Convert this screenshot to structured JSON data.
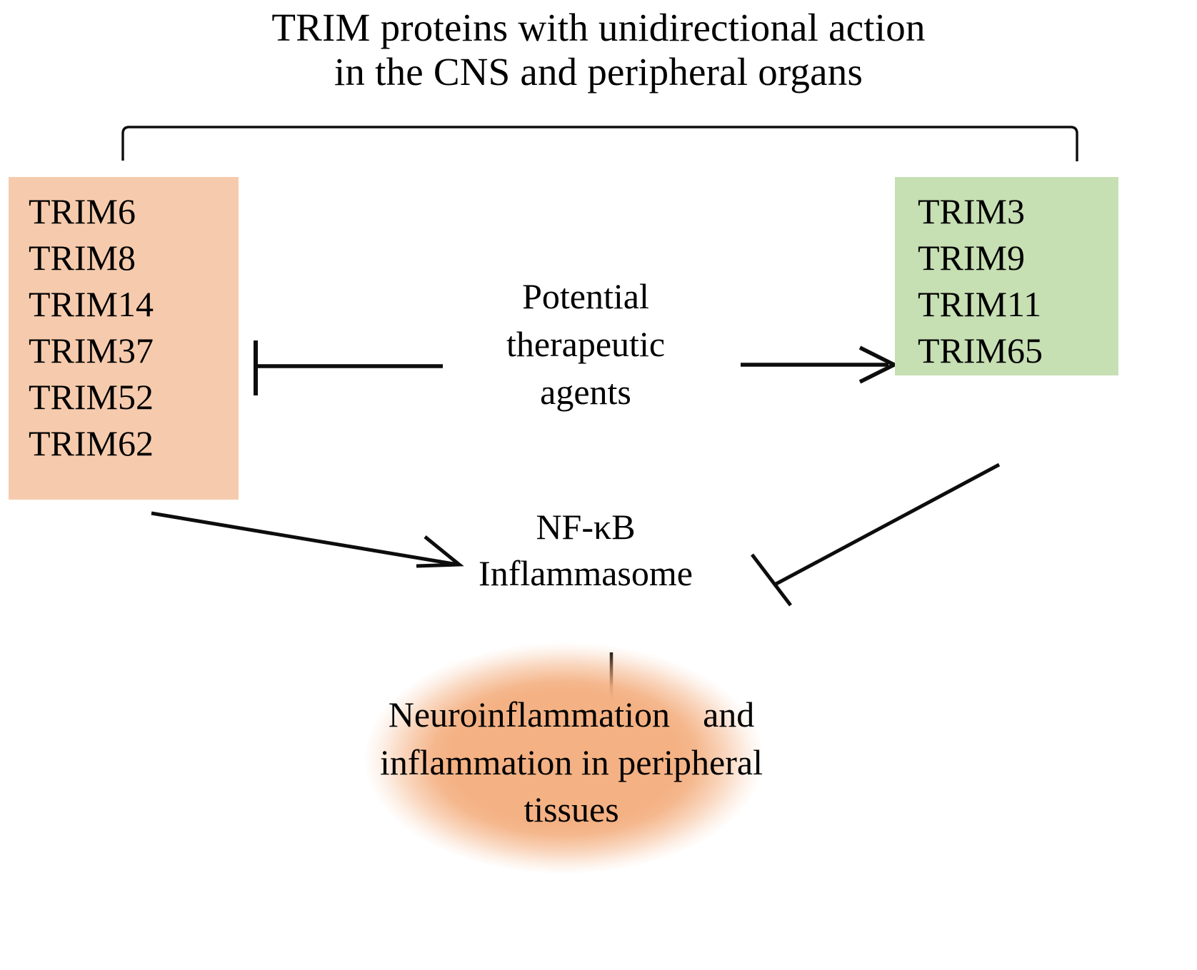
{
  "title": {
    "line1": "TRIM proteins with unidirectional action",
    "line2": "in the CNS and peripheral organs"
  },
  "groups": {
    "left": {
      "name": "promoting-trim-proteins",
      "color": "#F6CBAD",
      "items": [
        "TRIM6",
        "TRIM8",
        "TRIM14",
        "TRIM37",
        "TRIM52",
        "TRIM62"
      ]
    },
    "right": {
      "name": "inhibiting-trim-proteins",
      "color": "#C6DFB3",
      "items": [
        "TRIM3",
        "TRIM9",
        "TRIM11",
        "TRIM65"
      ]
    }
  },
  "central": {
    "line1": "Potential",
    "line2": "therapeutic",
    "line3": "agents"
  },
  "pathway": {
    "line1": "NF-κB",
    "line2": "Inflammasome"
  },
  "outcome": {
    "line1a": "Neuroinflammation",
    "line1b": "and",
    "line2": "inflammation in peripheral",
    "line3": "tissues",
    "color": "#F4B183"
  },
  "connectors": [
    {
      "name": "agents-inhibit-left-group",
      "type": "inhibition",
      "from": "central-agents",
      "to": "left-group"
    },
    {
      "name": "agents-activate-right-group",
      "type": "arrow",
      "from": "central-agents",
      "to": "right-group"
    },
    {
      "name": "left-group-activates-nfkb",
      "type": "arrow",
      "from": "left-group",
      "to": "nfkb-inflammasome"
    },
    {
      "name": "right-group-inhibits-nfkb",
      "type": "inhibition",
      "from": "right-group",
      "to": "nfkb-inflammasome"
    },
    {
      "name": "nfkb-inhibits-outcome",
      "type": "inhibition",
      "from": "nfkb-inflammasome",
      "to": "outcome"
    }
  ],
  "bracket": {
    "name": "title-scope-bracket"
  }
}
